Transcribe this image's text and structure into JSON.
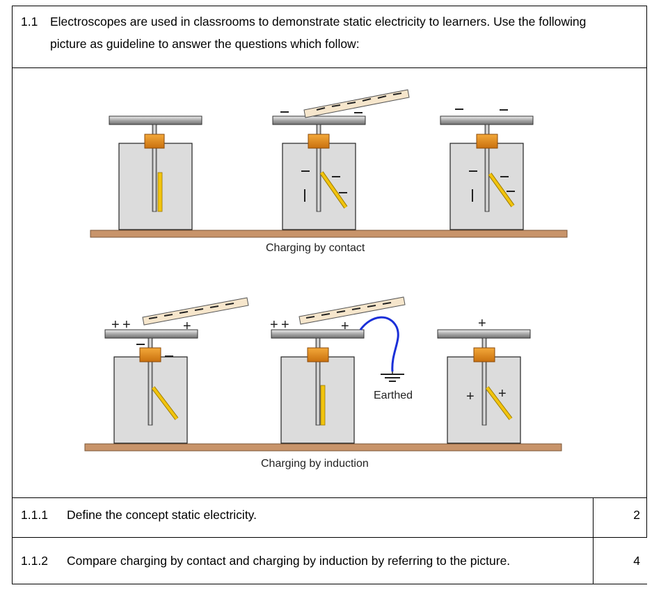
{
  "question": {
    "number": "1.1",
    "text_line1": "Electroscopes are used in classrooms to demonstrate static electricity to learners. Use the following",
    "text_line2": "picture as guideline to answer the questions which follow:"
  },
  "figure": {
    "contact_caption": "Charging by contact",
    "induction_caption": "Charging by induction",
    "earthed_label": "Earthed",
    "minus": "−",
    "plus": "+"
  },
  "subquestions": [
    {
      "number": "1.1.1",
      "text": "Define the concept static electricity.",
      "marks": "2"
    },
    {
      "number": "1.1.2",
      "text": "Compare charging by contact and charging by induction by referring to the picture.",
      "marks": "4"
    }
  ],
  "colors": {
    "bench": "#c8946a",
    "collar": "#e8901a",
    "leaf": "#f2c40d",
    "wire": "#1a2fd8",
    "jar": "#dcdcdc"
  }
}
